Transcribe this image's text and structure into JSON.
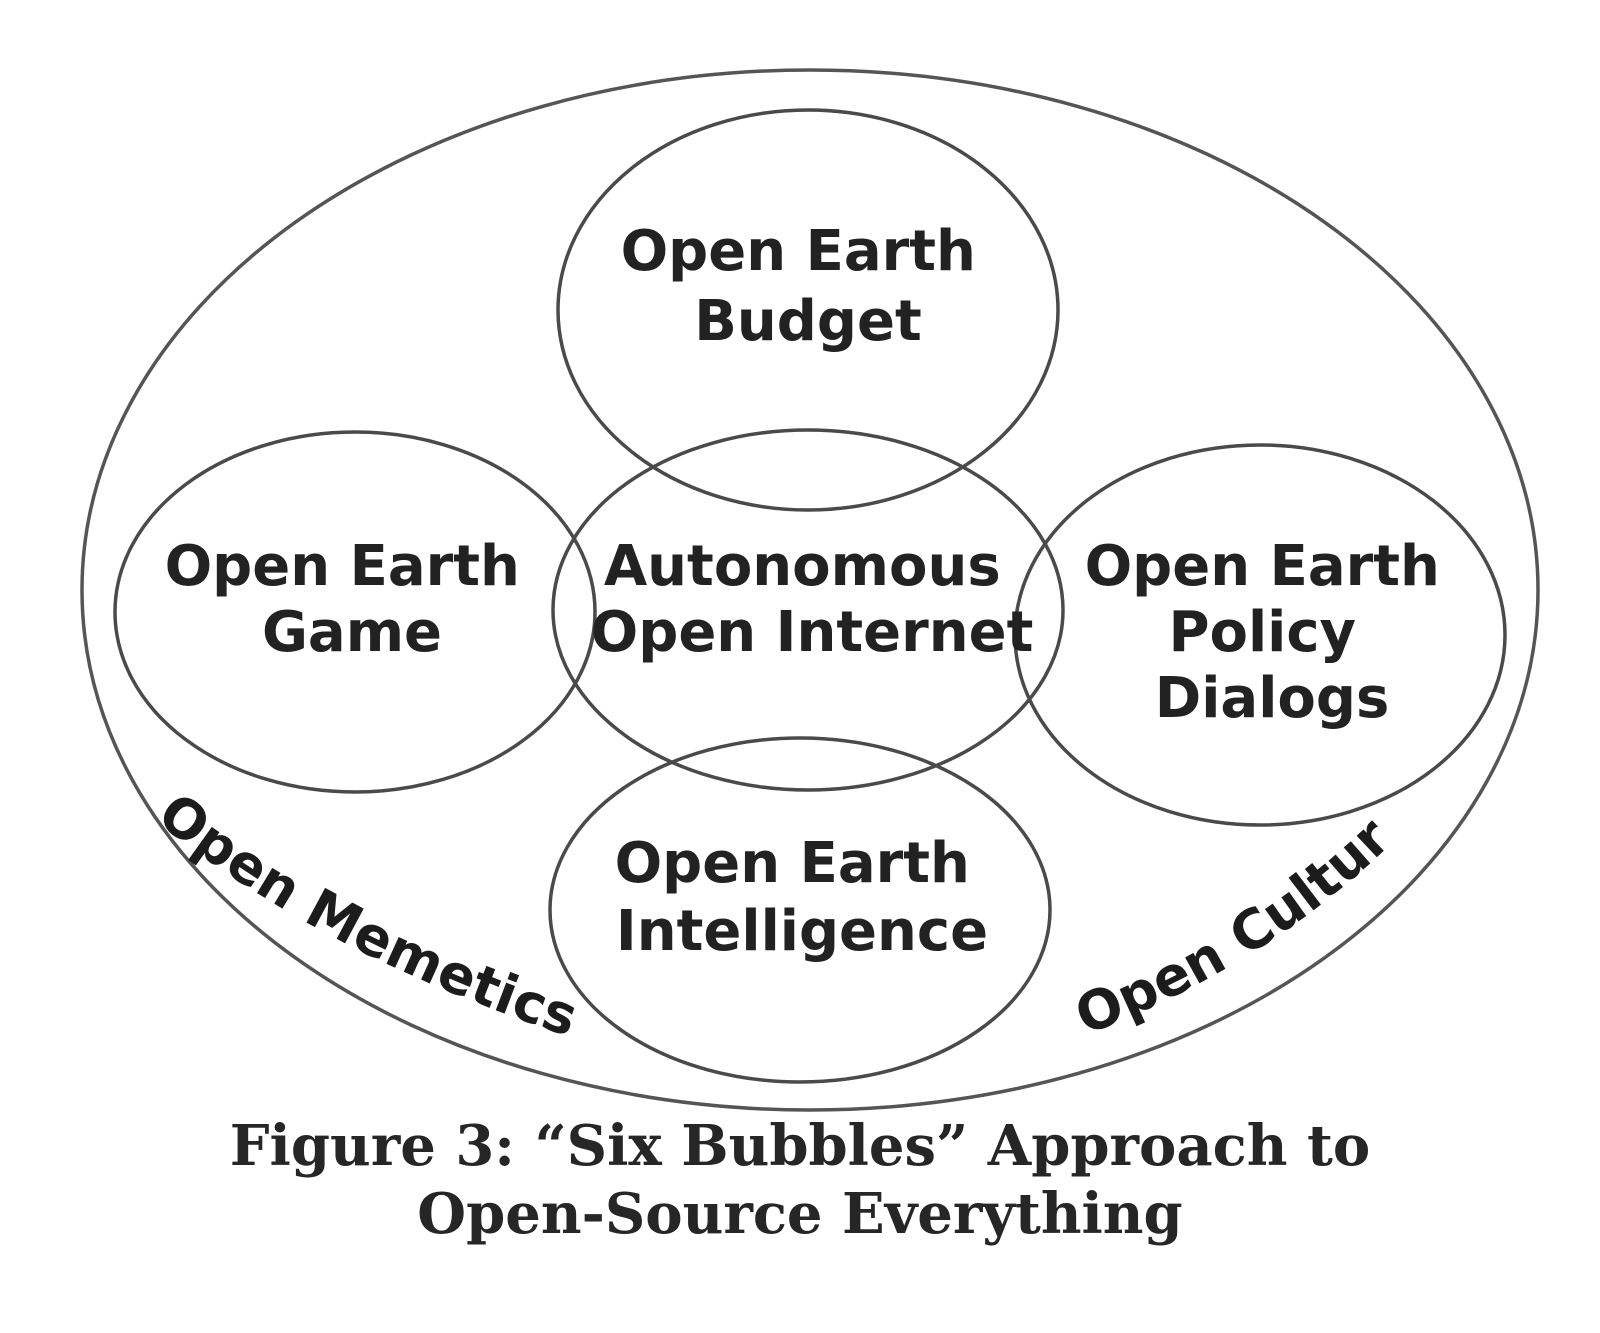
{
  "diagram": {
    "outer_labels": {
      "left": "Open Memetics",
      "right": "Open Culture"
    },
    "bubbles": {
      "top": [
        "Open Earth",
        "Budget"
      ],
      "left": [
        "Open Earth",
        "Game"
      ],
      "center": [
        "Autonomous",
        "Open Internet"
      ],
      "right": [
        "Open Earth",
        "Policy",
        "Dialogs"
      ],
      "bottom": [
        "Open Earth",
        "Intelligence"
      ]
    },
    "colors": {
      "outline": "#4a4a4a",
      "text": "#222222"
    }
  },
  "caption": {
    "line1": "Figure 3: “Six Bubbles” Approach to",
    "line2": "Open-Source Everything"
  }
}
